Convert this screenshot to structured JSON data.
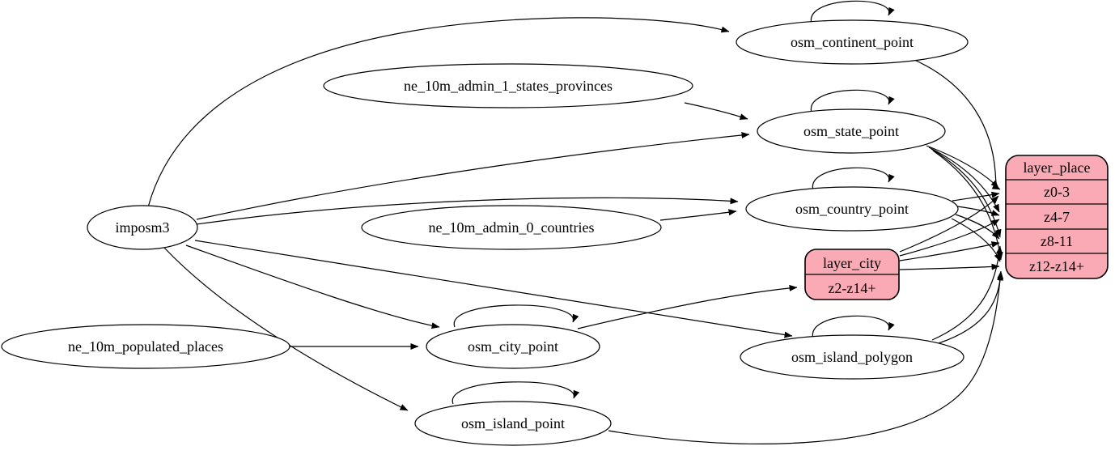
{
  "diagram_type": "graphviz-etl-dependency-graph",
  "colors": {
    "background": "#ffffff",
    "node_fill": "#ffffff",
    "record_fill": "#faaab4",
    "stroke": "#000000"
  },
  "nodes": {
    "imposm3": {
      "label": "imposm3",
      "shape": "ellipse"
    },
    "ne_10m_admin_1_states_provinces": {
      "label": "ne_10m_admin_1_states_provinces",
      "shape": "ellipse"
    },
    "ne_10m_admin_0_countries": {
      "label": "ne_10m_admin_0_countries",
      "shape": "ellipse"
    },
    "ne_10m_populated_places": {
      "label": "ne_10m_populated_places",
      "shape": "ellipse"
    },
    "osm_continent_point": {
      "label": "osm_continent_point",
      "shape": "ellipse"
    },
    "osm_state_point": {
      "label": "osm_state_point",
      "shape": "ellipse"
    },
    "osm_country_point": {
      "label": "osm_country_point",
      "shape": "ellipse"
    },
    "osm_city_point": {
      "label": "osm_city_point",
      "shape": "ellipse"
    },
    "osm_island_polygon": {
      "label": "osm_island_polygon",
      "shape": "ellipse"
    },
    "osm_island_point": {
      "label": "osm_island_point",
      "shape": "ellipse"
    },
    "layer_city": {
      "title": "layer_city",
      "rows": [
        "z2-z14+"
      ],
      "shape": "record"
    },
    "layer_place": {
      "title": "layer_place",
      "rows": [
        "z0-3",
        "z4-7",
        "z8-11",
        "z12-z14+"
      ],
      "shape": "record"
    }
  },
  "edges": [
    {
      "from": "imposm3",
      "to": "osm_continent_point"
    },
    {
      "from": "imposm3",
      "to": "osm_state_point"
    },
    {
      "from": "imposm3",
      "to": "osm_country_point"
    },
    {
      "from": "imposm3",
      "to": "osm_city_point"
    },
    {
      "from": "imposm3",
      "to": "osm_island_polygon"
    },
    {
      "from": "imposm3",
      "to": "osm_island_point"
    },
    {
      "from": "ne_10m_admin_1_states_provinces",
      "to": "osm_state_point"
    },
    {
      "from": "ne_10m_admin_0_countries",
      "to": "osm_country_point"
    },
    {
      "from": "ne_10m_populated_places",
      "to": "osm_city_point"
    },
    {
      "from": "osm_continent_point",
      "to": "osm_continent_point"
    },
    {
      "from": "osm_state_point",
      "to": "osm_state_point"
    },
    {
      "from": "osm_country_point",
      "to": "osm_country_point"
    },
    {
      "from": "osm_city_point",
      "to": "osm_city_point"
    },
    {
      "from": "osm_island_polygon",
      "to": "osm_island_polygon"
    },
    {
      "from": "osm_island_point",
      "to": "osm_island_point"
    },
    {
      "from": "osm_city_point",
      "to": "layer_city:z2-z14+"
    },
    {
      "from": "osm_continent_point",
      "to": "layer_place:z0-3"
    },
    {
      "from": "osm_state_point",
      "to": "layer_place:z0-3"
    },
    {
      "from": "osm_state_point",
      "to": "layer_place:z4-7"
    },
    {
      "from": "osm_state_point",
      "to": "layer_place:z8-11"
    },
    {
      "from": "osm_state_point",
      "to": "layer_place:z12-z14+"
    },
    {
      "from": "osm_country_point",
      "to": "layer_place:z0-3"
    },
    {
      "from": "osm_country_point",
      "to": "layer_place:z4-7"
    },
    {
      "from": "osm_country_point",
      "to": "layer_place:z8-11"
    },
    {
      "from": "osm_country_point",
      "to": "layer_place:z12-z14+"
    },
    {
      "from": "layer_city",
      "to": "layer_place:z0-3"
    },
    {
      "from": "layer_city",
      "to": "layer_place:z4-7"
    },
    {
      "from": "layer_city",
      "to": "layer_place:z8-11"
    },
    {
      "from": "layer_city",
      "to": "layer_place:z12-z14+"
    },
    {
      "from": "osm_island_polygon",
      "to": "layer_place:z8-11"
    },
    {
      "from": "osm_island_polygon",
      "to": "layer_place:z12-z14+"
    },
    {
      "from": "osm_island_point",
      "to": "layer_place:z12-z14+"
    }
  ]
}
